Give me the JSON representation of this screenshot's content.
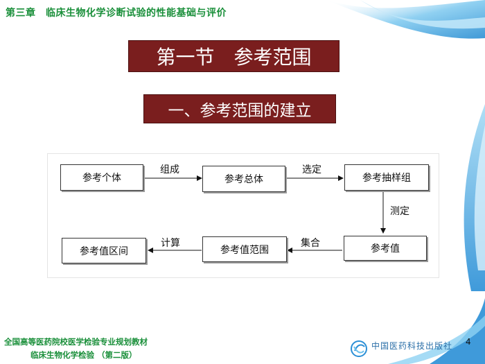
{
  "header": {
    "chapter": "第三章　临床生物化学诊断试验的性能基础与评价"
  },
  "title": "第一节　参考范围",
  "subtitle": "一、参考范围的建立",
  "flow": {
    "nodes": {
      "individual": "参考个体",
      "population": "参考总体",
      "sample_group": "参考抽样组",
      "value": "参考值",
      "value_range": "参考值范围",
      "interval": "参考值区间"
    },
    "edges": {
      "compose": "组成",
      "select": "选定",
      "measure": "测定",
      "aggregate": "集合",
      "calculate": "计算"
    }
  },
  "footer": {
    "line1": "全国高等医药院校医学检验专业规划教材",
    "line2": "临床生物化学检验 （第二版）",
    "page_number": "4",
    "publisher": "中国医药科技出版社"
  },
  "colors": {
    "accent_green": "#1a8f3a",
    "title_bg": "#7a1e1e",
    "swoosh_blue": "#4fb3e8"
  }
}
